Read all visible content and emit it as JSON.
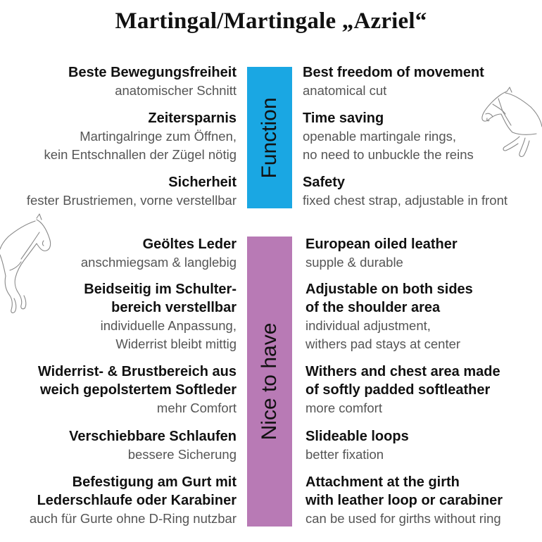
{
  "title": "Martingal/Martingale „Azriel“",
  "sections": {
    "function": {
      "label": "Function",
      "color": "#1aa7e3",
      "left": [
        {
          "heading": "Beste Bewegungsfreiheit",
          "desc": "anatomischer Schnitt"
        },
        {
          "heading": "Zeitersparnis",
          "desc": "Martingalringe zum Öffnen,\nkein Entschnallen der Zügel nötig"
        },
        {
          "heading": "Sicherheit",
          "desc": "fester Brustriemen, vorne verstellbar"
        }
      ],
      "right": [
        {
          "heading": "Best freedom of movement",
          "desc": "anatomical cut"
        },
        {
          "heading": "Time saving",
          "desc": "openable martingale rings,\nno need to unbuckle the reins"
        },
        {
          "heading": "Safety",
          "desc": "fixed chest strap, adjustable in front"
        }
      ]
    },
    "nice": {
      "label": "Nice to have",
      "color": "#b87ab5",
      "left": [
        {
          "heading": "Geöltes Leder",
          "desc": "anschmiegsam & langlebig"
        },
        {
          "heading": "Beidseitig im Schulter-\nbereich verstellbar",
          "desc": "individuelle Anpassung,\nWiderrist bleibt mittig"
        },
        {
          "heading": "Widerrist- & Brustbereich aus\nweich gepolstertem Softleder",
          "desc": "mehr Comfort"
        },
        {
          "heading": "Verschiebbare Schlaufen",
          "desc": "bessere Sicherung"
        },
        {
          "heading": "Befestigung am Gurt mit\nLederschlaufe oder Karabiner",
          "desc": "auch für Gurte ohne D-Ring nutzbar"
        }
      ],
      "right": [
        {
          "heading": "European oiled leather",
          "desc": "supple & durable"
        },
        {
          "heading": "Adjustable on both sides\nof the shoulder area",
          "desc": "individual adjustment,\nwithers pad stays at center"
        },
        {
          "heading": "Withers and chest area made\nof softly padded softleather",
          "desc": "more comfort"
        },
        {
          "heading": "Slideable loops",
          "desc": "better fixation"
        },
        {
          "heading": "Attachment at the girth\nwith leather loop or carabiner",
          "desc": "can be used for girths without ring"
        }
      ]
    }
  },
  "decorations": {
    "horse_sketch_right": "horse-sketch-icon",
    "horse_sketch_left": "horse-sketch-icon"
  }
}
